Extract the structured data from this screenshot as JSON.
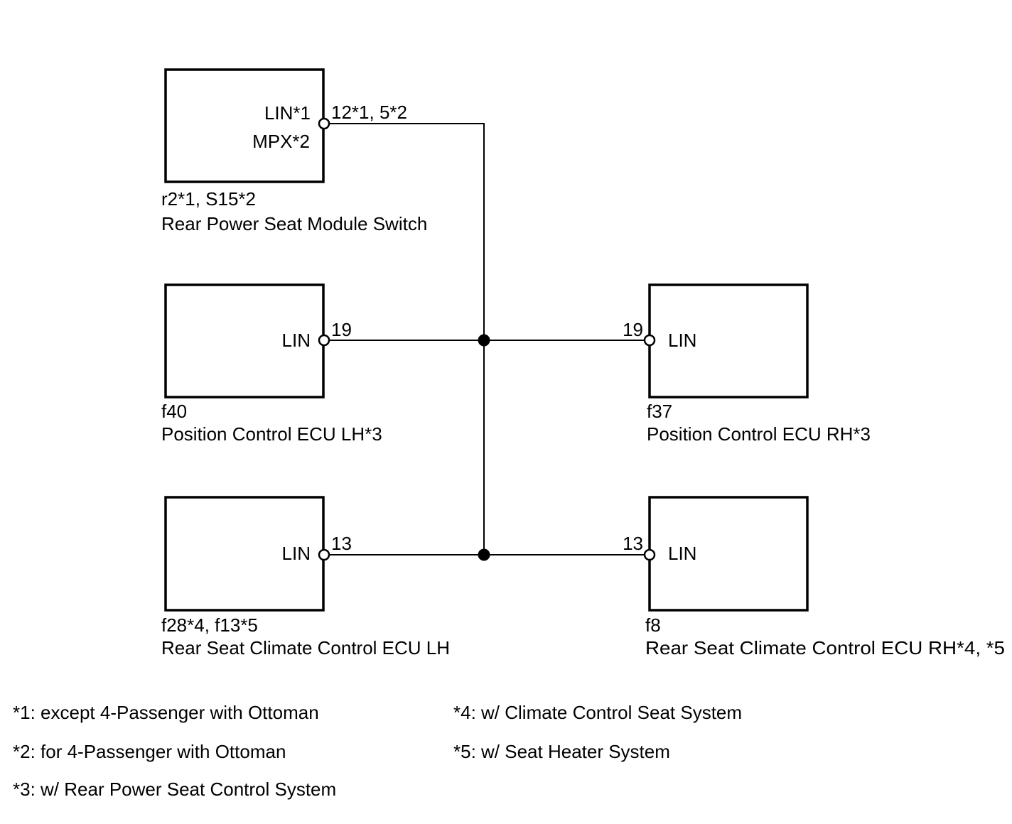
{
  "components": {
    "switch": {
      "connector": "r2*1, S15*2",
      "name": "Rear Power Seat Module Switch",
      "pin_label_1": "LIN*1",
      "pin_label_2": "MPX*2",
      "pin_number": "12*1, 5*2"
    },
    "pos_lh": {
      "connector": "f40",
      "name": "Position Control ECU LH*3",
      "pin_label": "LIN",
      "pin_number": "19"
    },
    "pos_rh": {
      "connector": "f37",
      "name": "Position Control ECU RH*3",
      "pin_label": "LIN",
      "pin_number": "19"
    },
    "climate_lh": {
      "connector": "f28*4, f13*5",
      "name": "Rear Seat Climate Control ECU LH",
      "pin_label": "LIN",
      "pin_number": "13"
    },
    "climate_rh": {
      "connector": "f8",
      "name": "Rear Seat Climate Control ECU RH*4, *5",
      "pin_label": "LIN",
      "pin_number": "13"
    }
  },
  "notes": [
    "*1: except 4-Passenger with Ottoman",
    "*2: for 4-Passenger with Ottoman",
    "*3: w/ Rear Power Seat Control System",
    "*4: w/ Climate Control Seat System",
    "*5: w/ Seat Heater System"
  ],
  "colors": {
    "line": "#000000",
    "background": "#ffffff"
  }
}
